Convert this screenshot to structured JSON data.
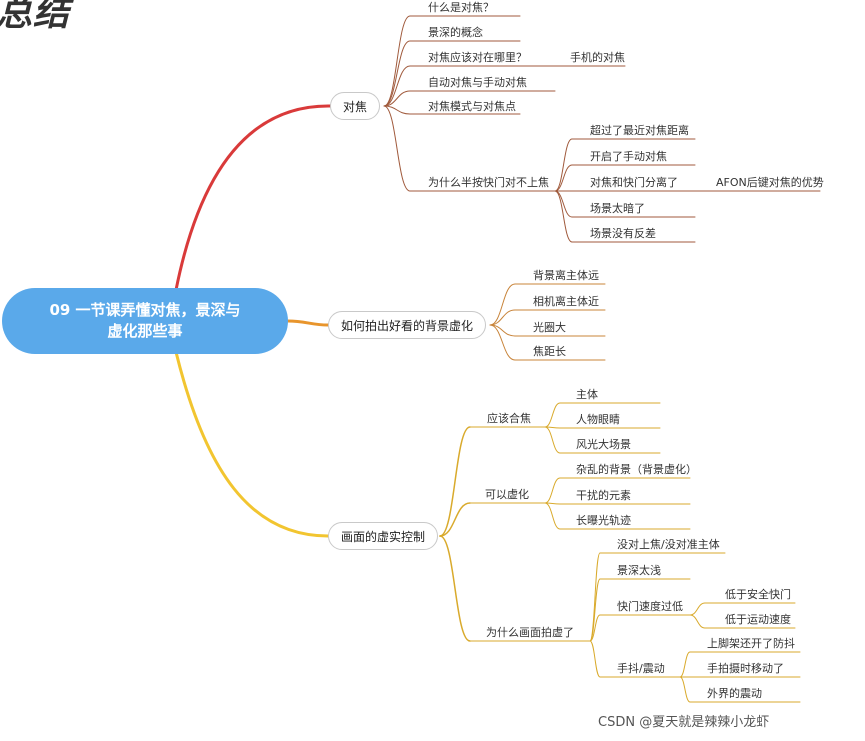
{
  "corner_title": "总结",
  "root": {
    "line1": "09 一节课弄懂对焦，景深与",
    "line2": "虚化那些事"
  },
  "watermark": "CSDN @夏天就是辣辣小龙虾",
  "colors": {
    "root_fill": "#5aa9ea",
    "branch_focus": "#d93a3a",
    "branch_bokeh": "#e8952c",
    "branch_control": "#f2c530",
    "leaf_line": "#8b6b50"
  },
  "branches": {
    "focus": {
      "label": "对焦",
      "children": [
        "什么是对焦？",
        "景深的概念",
        "对焦应该对在哪里？",
        "自动对焦与手动对焦",
        "对焦模式与对焦点",
        "为什么半按快门对不上焦"
      ],
      "where_child": "手机的对焦",
      "why": [
        "超过了最近对焦距离",
        "开启了手动对焦",
        "对焦和快门分离了",
        "场景太暗了",
        "场景没有反差"
      ],
      "afon": "AFON后键对焦的优势"
    },
    "bokeh": {
      "label": "如何拍出好看的背景虚化",
      "children": [
        "背景离主体远",
        "相机离主体近",
        "光圈大",
        "焦距长"
      ]
    },
    "control": {
      "label": "画面的虚实控制",
      "should": {
        "label": "应该合焦",
        "children": [
          "主体",
          "人物眼睛",
          "风光大场景"
        ]
      },
      "can": {
        "label": "可以虚化",
        "children": [
          "杂乱的背景（背景虚化）",
          "干扰的元素",
          "长曝光轨迹"
        ]
      },
      "why": {
        "label": "为什么画面拍虚了",
        "children": [
          "没对上焦/没对准主体",
          "景深太浅",
          "快门速度过低",
          "手抖/震动"
        ],
        "shutter": [
          "低于安全快门",
          "低于运动速度"
        ],
        "shake": [
          "上脚架还开了防抖",
          "手拍摄时移动了",
          "外界的震动"
        ]
      }
    }
  }
}
